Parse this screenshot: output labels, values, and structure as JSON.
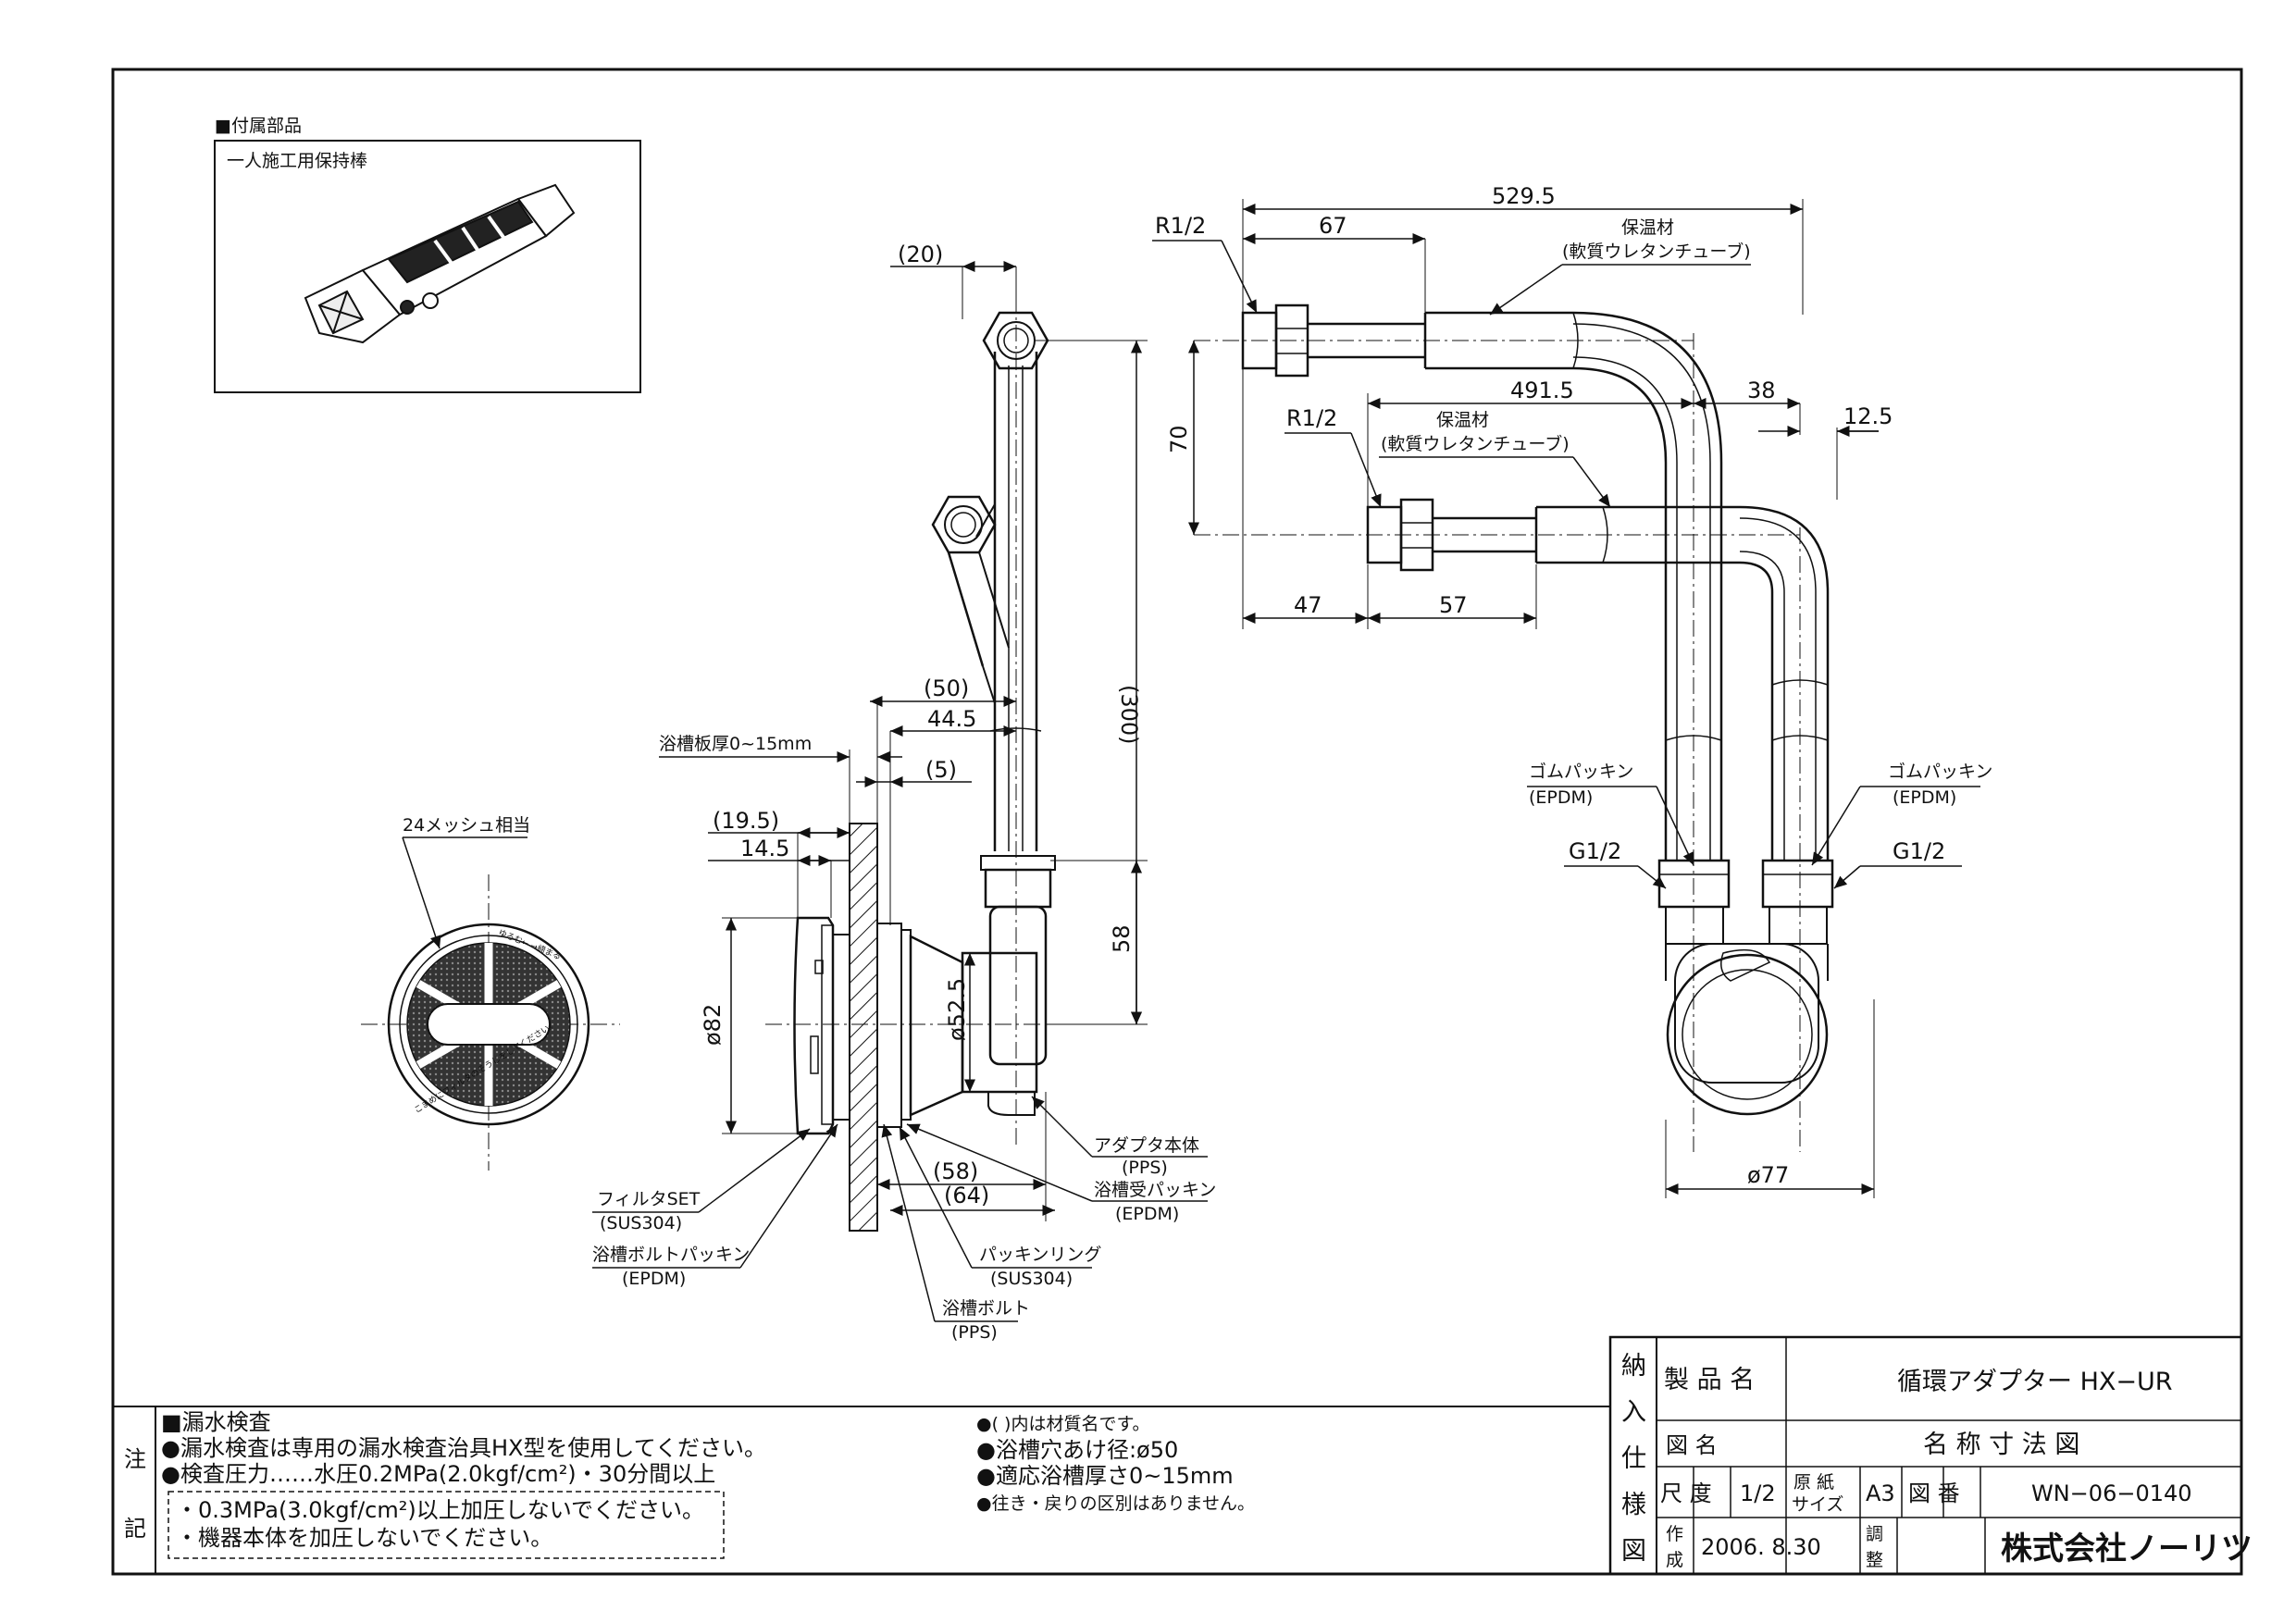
{
  "accessory": {
    "title": "■付属部品",
    "item": "一人施工用保持棒"
  },
  "side_view": {
    "dims": {
      "d20": "(20)",
      "d300": "(300)",
      "d50": "(50)",
      "d44_5": "44.5",
      "d5": "(5)",
      "d19_5": "(19.5)",
      "d14_5": "14.5",
      "d82": "ø82",
      "d52_5": "ø52.5",
      "d58": "58",
      "d58p": "(58)",
      "d64p": "(64)"
    },
    "labels": {
      "tub_thickness": "浴槽板厚0~15mm",
      "filter_set": "フィルタSET",
      "filter_mat": "(SUS304)",
      "bolt_packing": "浴槽ボルトパッキン",
      "bolt_packing_mat": "(EPDM)",
      "adapter_body": "アダプタ本体",
      "adapter_body_mat": "(PPS)",
      "receiver_packing": "浴槽受パッキン",
      "receiver_packing_mat": "(EPDM)",
      "packing_ring": "パッキンリング",
      "packing_ring_mat": "(SUS304)",
      "tub_bolt": "浴槽ボルト",
      "tub_bolt_mat": "(PPS)"
    }
  },
  "filter_view": {
    "label": "24メッシュ相当",
    "ring_text_top": "ゆるむ←  →締まる",
    "ring_text_bottom": "こまめにフィルタのそうじをしてください。"
  },
  "front_view": {
    "dims": {
      "d529_5": "529.5",
      "d67": "67",
      "d491_5": "491.5",
      "d38": "38",
      "d12_5": "12.5",
      "d70": "70",
      "d47": "47",
      "d57": "57",
      "d77": "ø77"
    },
    "labels": {
      "r12_top": "R1/2",
      "r12_bottom": "R1/2",
      "insulation1": "保温材",
      "insulation1_sub": "(軟質ウレタンチューブ)",
      "insulation2": "保温材",
      "insulation2_sub": "(軟質ウレタンチューブ)",
      "rubber_left": "ゴムパッキン",
      "rubber_left_mat": "(EPDM)",
      "rubber_right": "ゴムパッキン",
      "rubber_right_mat": "(EPDM)",
      "g12_left": "G1/2",
      "g12_right": "G1/2"
    }
  },
  "notes": {
    "side_label_1": "注",
    "side_label_2": "記",
    "leak_title": "■漏水検査",
    "leak_1": "●漏水検査は専用の漏水検査治具HX型を使用してください。",
    "leak_2": "●検査圧力……水圧0.2MPa(2.0kgf/cm²)・30分間以上",
    "caution_1": "・0.3MPa(3.0kgf/cm²)以上加圧しないでください。",
    "caution_2": "・機器本体を加圧しないでください。",
    "right_1": "●(   )内は材質名です。",
    "right_2": "●浴槽穴あけ径:ø50",
    "right_3": "●適応浴槽厚さ0~15mm",
    "right_4": "●往き・戻りの区別はありません。"
  },
  "title_block": {
    "vertical": [
      "納",
      "入",
      "仕",
      "様",
      "図"
    ],
    "product_label": "製 品 名",
    "product_name": "循環アダプター HX−UR",
    "drawing_label": "図      名",
    "drawing_name": "名 称 寸 法 図",
    "scale_label": "尺 度",
    "scale_value": "1/2",
    "paper_label_1": "原 紙",
    "paper_label_2": "サイズ",
    "paper_value": "A3",
    "number_label": "図 番",
    "number_value": "WN−06−0140",
    "created_label_1": "作",
    "created_label_2": "成",
    "created_value": "2006. 8.30",
    "adjusted_label_1": "調",
    "adjusted_label_2": "整",
    "company": "株式会社ノーリツ"
  }
}
